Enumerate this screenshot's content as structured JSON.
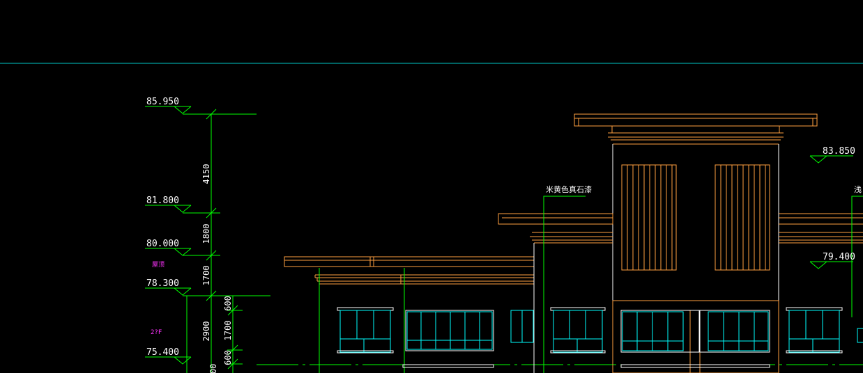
{
  "drawing": {
    "elevation_marks": [
      "85.950",
      "81.800",
      "80.000",
      "78.300",
      "75.400",
      "83.850",
      "79.400"
    ],
    "dimensions": [
      "4150",
      "1800",
      "1700",
      "2900",
      "600",
      "1700",
      "600",
      "00"
    ],
    "labels": {
      "material_note": "米黄色真石漆",
      "material_note_cut": "浅",
      "roof_label": "屋顶",
      "floor_label": "2?F"
    },
    "colors": {
      "background": "#000000",
      "building_outline": "#ffa040",
      "dimension_lines": "#00ff00",
      "window_glazing": "#00ffff",
      "window_frame": "#ffffff",
      "annotation": "#ff33ff",
      "ucs_line": "#00c8c8"
    }
  }
}
